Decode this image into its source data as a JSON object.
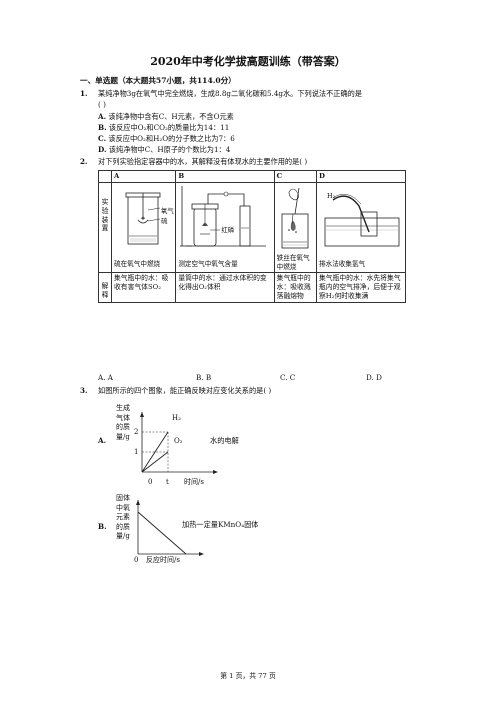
{
  "title": "2020年中考化学拔高题训练（带答案）",
  "section": "一、单选题（本大题共57小题，共114.0分）",
  "q1": {
    "num": "1.",
    "stem_line1": "某纯净物3g在氧气中完全燃烧，生成8.8g二氧化碳和5.4g水。下列说法不正确的是",
    "stem_line2": "(    )",
    "options": [
      {
        "letter": "A.",
        "text": "该纯净物中含有C、H元素，不含O元素"
      },
      {
        "letter": "B.",
        "text": "该反应中O₂和CO₂的质量比为14：11"
      },
      {
        "letter": "C.",
        "text": "该反应中O₂和H₂O的分子数之比为7：6"
      },
      {
        "letter": "D.",
        "text": "该纯净物中C、H原子的个数比为1：4"
      }
    ]
  },
  "q2": {
    "num": "2.",
    "stem": "对下列实验指定容器中的水，其解释没有体现水的主要作用的是(    )",
    "headers": [
      "A",
      "B",
      "C",
      "D"
    ],
    "row1_label": "实验装置",
    "captions": [
      "硫在氧气中燃烧",
      "测定空气中氧气含量",
      "铁丝在氧气中燃烧",
      "排水法收集氢气"
    ],
    "fig_labels": {
      "oxygen": "氧气",
      "sulfur": "硫",
      "phosphorus": "红磷",
      "h2": "H₂"
    },
    "row2_label": "解释",
    "explanations": [
      "集气瓶中的水：吸收有害气体SO₂",
      "量筒中的水：通过水体积的变化得出O₂体积",
      "集气瓶中的水：吸收溅落融熔物",
      "集气瓶中的水：水先将集气瓶内的空气排净，后便于观察H₂何时收集满"
    ],
    "answers": [
      "A. A",
      "B. B",
      "C. C",
      "D. D"
    ]
  },
  "q3": {
    "num": "3.",
    "stem": "如图所示的四个图象，能正确反映对应变化关系的是(    )",
    "optA": {
      "letter": "A.",
      "ylabel": [
        "生成",
        "气体",
        "的质",
        "量/g"
      ],
      "yticks": [
        "2",
        "1"
      ],
      "xlabel": "时间/s",
      "origin": "0",
      "xtick": "t",
      "series": [
        "H₂",
        "O₂"
      ],
      "desc": "水的电解"
    },
    "optB": {
      "letter": "B.",
      "ylabel": [
        "固体",
        "中氧",
        "元素",
        "的质",
        "量/g"
      ],
      "origin": "0",
      "xlabel": "反应时间/s",
      "desc": "加热一定量KMnO₄固体"
    }
  },
  "footer": "第 1 页，共 77 页"
}
